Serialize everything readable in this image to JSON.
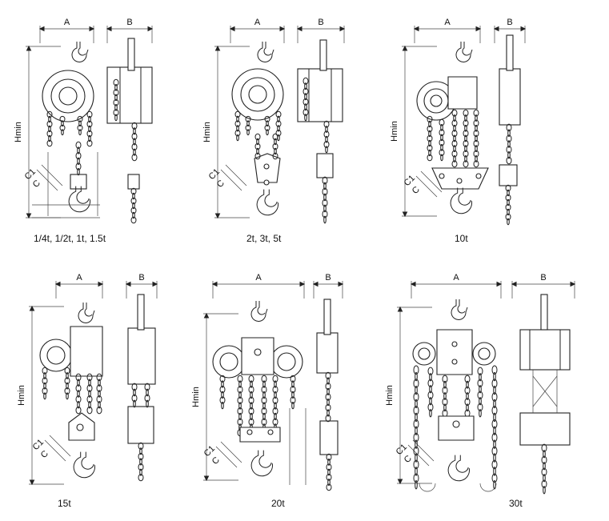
{
  "labels": {
    "a": "A",
    "b": "B",
    "hmin": "Hmin",
    "c": "C",
    "c1": "C1"
  },
  "panels": [
    {
      "caption": "1/4t, 1/2t, 1t, 1.5t"
    },
    {
      "caption": "2t, 3t, 5t"
    },
    {
      "caption": "10t"
    },
    {
      "caption": "15t"
    },
    {
      "caption": "20t"
    },
    {
      "caption": "30t"
    }
  ]
}
